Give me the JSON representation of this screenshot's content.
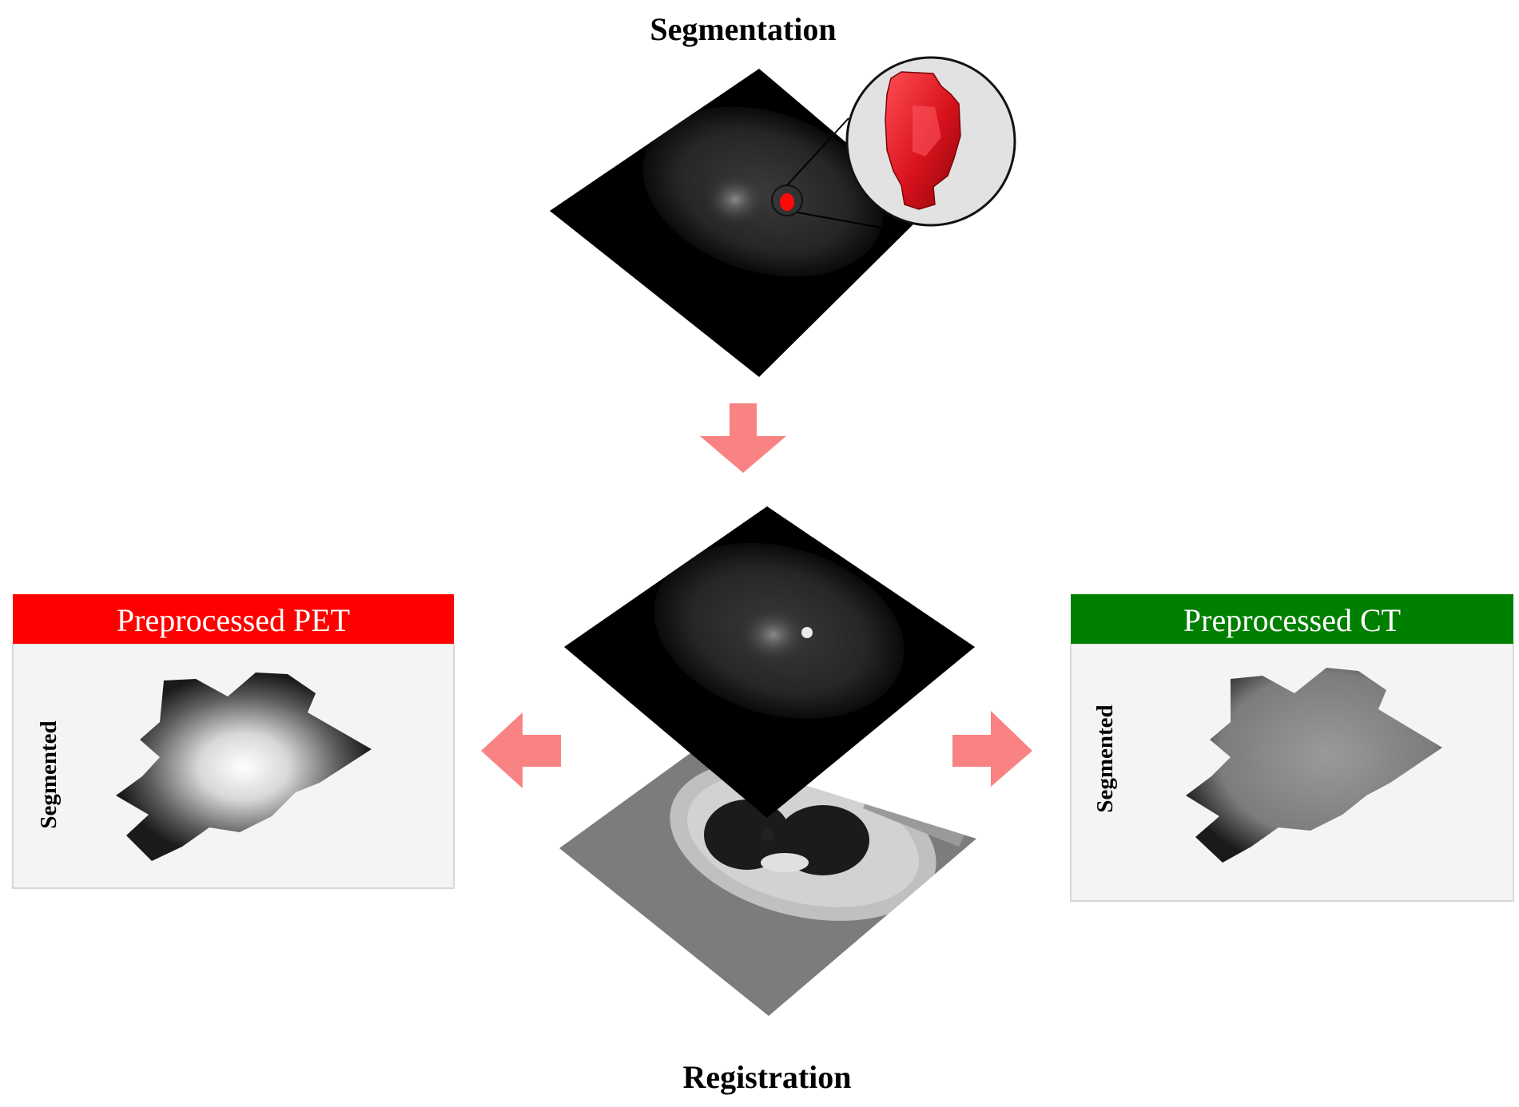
{
  "labels": {
    "segmentation": "Segmentation",
    "registration": "Registration"
  },
  "panels": {
    "pet": {
      "title": "Preprocessed PET",
      "side_label": "Segmented",
      "header_color": "#ff0000"
    },
    "ct": {
      "title": "Preprocessed CT",
      "side_label": "Segmented",
      "header_color": "#008000"
    }
  },
  "colors": {
    "arrow": "#f98383",
    "tumor": "#e0101a",
    "panel_bg": "#f4f4f4"
  }
}
